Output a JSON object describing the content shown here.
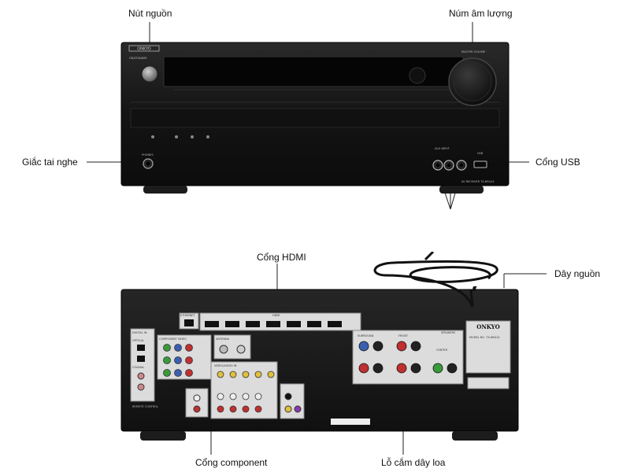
{
  "callouts": {
    "power_button": "Nút nguồn",
    "volume_knob": "Núm âm lượng",
    "headphone_jack": "Giắc tai nghe",
    "usb_port": "Cổng USB",
    "hdmi_ports": "Cổng HDMI",
    "power_cord": "Dây nguồn",
    "component_ports": "Cổng component",
    "speaker_terminals": "Lỗ cắm dây loa"
  },
  "front_panel": {
    "brand": "ONKYO",
    "model": "AV RECEIVER TX-NR414",
    "phones_label": "PHONES",
    "standby_label": "ON/STANDBY",
    "master_volume_label": "MASTER VOLUME",
    "usb_label": "USB",
    "aux_label": "AUX INPUT"
  },
  "rear_panel": {
    "brand": "ONKYO",
    "model": "MODEL NO. TX-NR414",
    "ethernet_label": "ETHERNET",
    "hdmi_label": "HDMI",
    "component_label": "COMPONENT VIDEO",
    "antenna_label": "ANTENNA",
    "video_audio_label": "VIDEO/AUDIO IN",
    "speakers_label": "SPEAKERS",
    "surround_label": "SURROUND",
    "front_label": "FRONT",
    "center_label": "CENTER",
    "digital_in_label": "DIGITAL IN",
    "optical_label": "OPTICAL",
    "coaxial_label": "COAXIAL",
    "remote_label": "REMOTE CONTROL"
  },
  "colors": {
    "chassis": "#141414",
    "callout_line": "#222222"
  }
}
